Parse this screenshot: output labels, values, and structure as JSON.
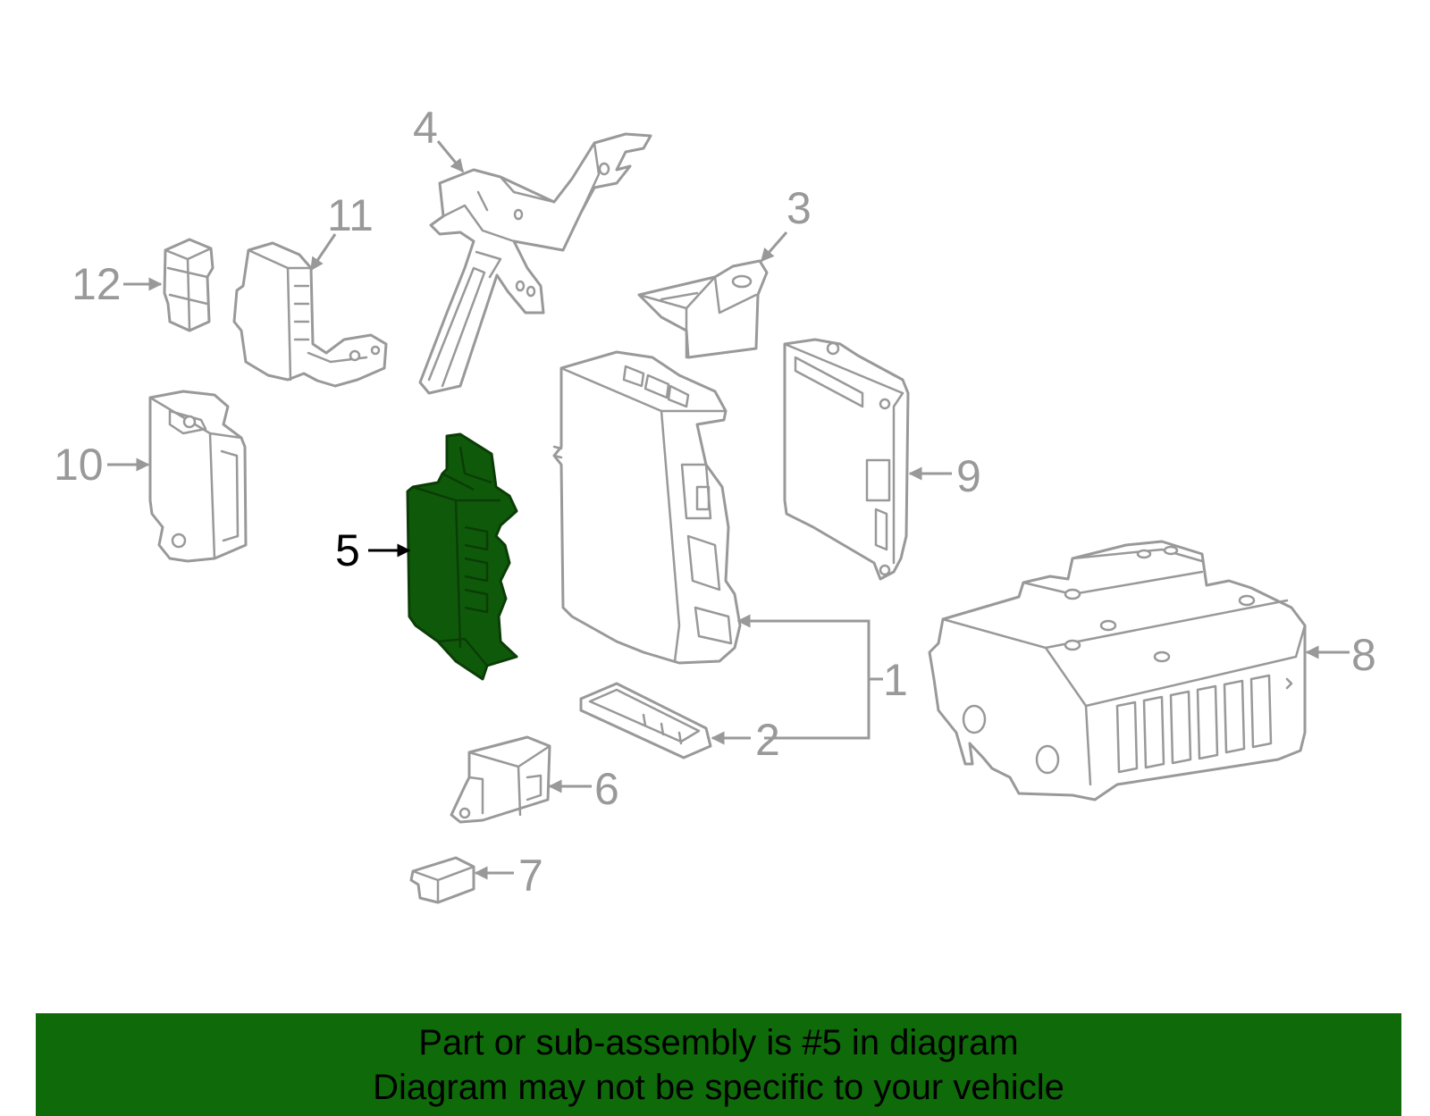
{
  "callouts": {
    "c1": "1",
    "c2": "2",
    "c3": "3",
    "c4": "4",
    "c5": "5",
    "c6": "6",
    "c7": "7",
    "c8": "8",
    "c9": "9",
    "c10": "10",
    "c11": "11",
    "c12": "12"
  },
  "highlighted_part": "5",
  "colors": {
    "highlight_fill": "#0f5a0a",
    "banner_background": "#0f6b0a",
    "line_art": "#999999"
  },
  "banner": {
    "line1": "Part or sub-assembly is #5 in diagram",
    "line2": "Diagram may not be specific to your vehicle"
  }
}
